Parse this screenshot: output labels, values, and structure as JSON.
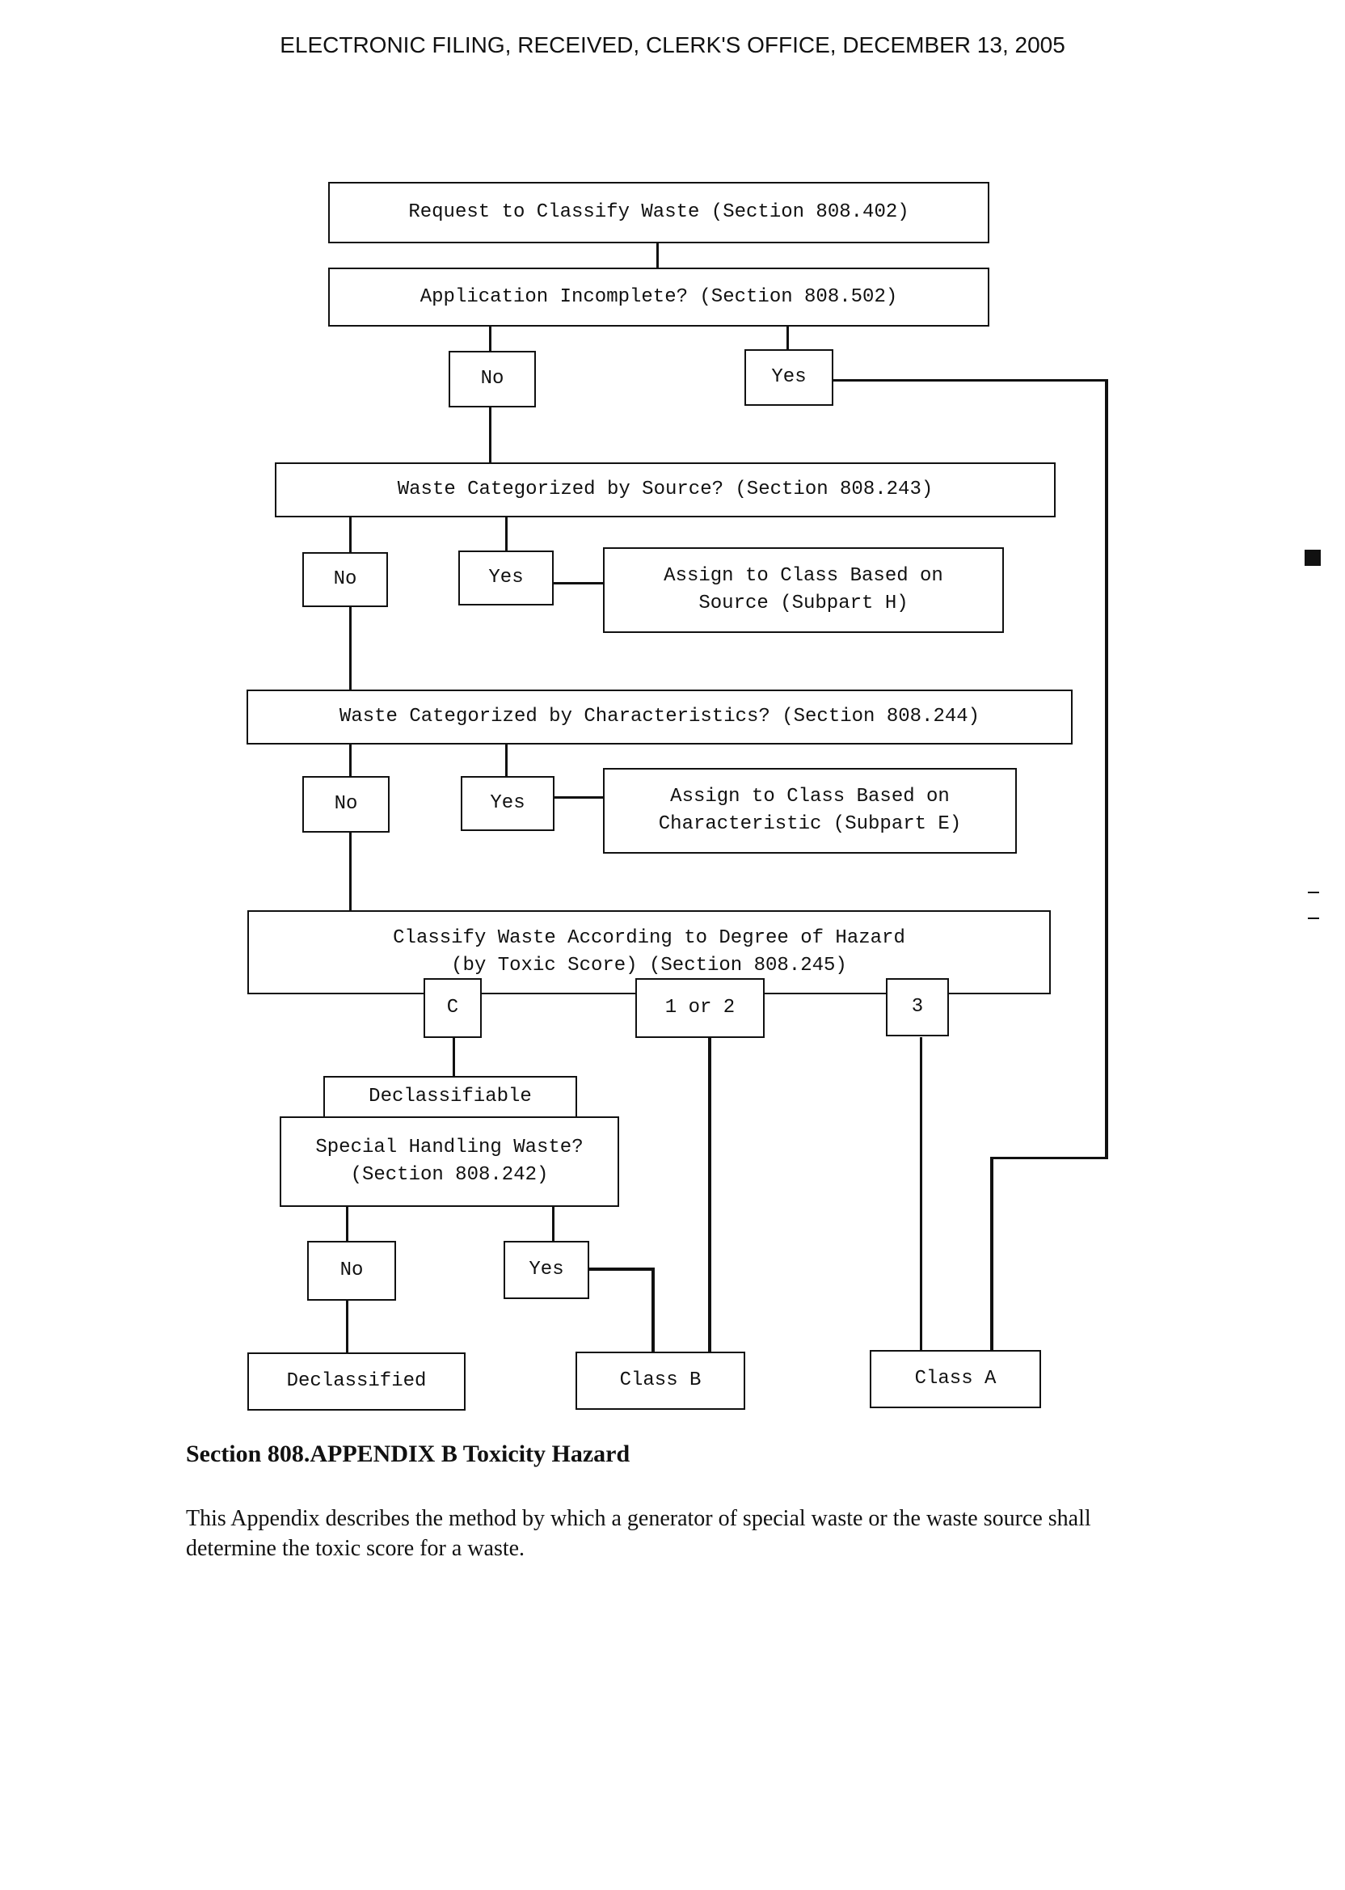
{
  "header": {
    "text": "ELECTRONIC FILING, RECEIVED, CLERK'S OFFICE, DECEMBER 13, 2005"
  },
  "flowchart": {
    "request": "Request to Classify Waste (Section 808.402)",
    "incomplete": "Application Incomplete? (Section 808.502)",
    "incomplete_no": "No",
    "incomplete_yes": "Yes",
    "source_q": "Waste Categorized by Source? (Section 808.243)",
    "source_no": "No",
    "source_yes": "Yes",
    "source_assign": "Assign to Class Based on\nSource (Subpart H)",
    "char_q": "Waste Categorized by Characteristics? (Section 808.244)",
    "char_no": "No",
    "char_yes": "Yes",
    "char_assign": "Assign to Class Based on\nCharacteristic (Subpart E)",
    "hazard": "Classify Waste According to Degree of Hazard\n(by Toxic Score)    (Section 808.245)",
    "score_c": "C",
    "score_12": "1 or 2",
    "score_3": "3",
    "declassifiable": "Declassifiable",
    "special_q": "Special Handling Waste?\n(Section 808.242)",
    "special_no": "No",
    "special_yes": "Yes",
    "declassified": "Declassified",
    "class_b": "Class B",
    "class_a": "Class A"
  },
  "section": {
    "heading": "Section 808.APPENDIX B  Toxicity Hazard",
    "body": "This Appendix describes the method by which a generator of special waste or the waste source shall determine the toxic score for a waste."
  }
}
